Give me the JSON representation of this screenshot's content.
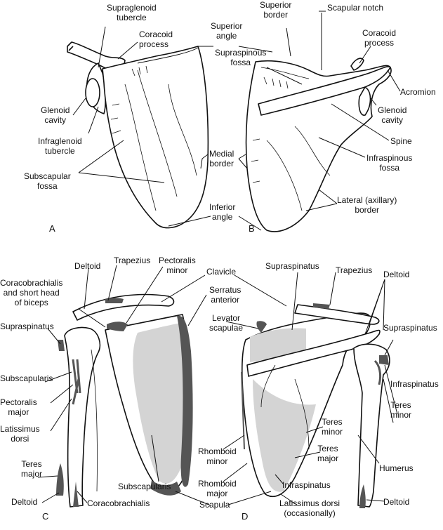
{
  "panels": {
    "a": "A",
    "b": "B",
    "c": "C",
    "d": "D"
  },
  "labels_a": {
    "supraglenoid": "Supraglenoid\ntubercle",
    "coracoid": "Coracoid\nprocess",
    "glenoid": "Glenoid\ncavity",
    "infraglenoid": "Infraglenoid\ntubercle",
    "subscapular_fossa": "Subscapular\nfossa"
  },
  "labels_ab_shared": {
    "superior_angle": "Superior\nangle",
    "medial_border": "Medial\nborder",
    "inferior_angle": "Inferior\nangle"
  },
  "labels_b": {
    "superior_border": "Superior\nborder",
    "scapular_notch": "Scapular notch",
    "coracoid": "Coracoid\nprocess",
    "supraspinous_fossa": "Supraspinous\nfossa",
    "acromion": "Acromion",
    "glenoid": "Glenoid\ncavity",
    "spine": "Spine",
    "infraspinous_fossa": "Infraspinous\nfossa",
    "lateral_border": "Lateral (axillary)\nborder"
  },
  "labels_c": {
    "deltoid_top": "Deltoid",
    "trapezius": "Trapezius",
    "pectoralis_minor": "Pectoralis\nminor",
    "coracobrachialis_biceps": "Coracobrachialis\nand short head\nof biceps",
    "supraspinatus": "Supraspinatus",
    "subscapularis_left": "Subscapularis",
    "pectoralis_major": "Pectoralis\nmajor",
    "latissimus_dorsi": "Latissimus\ndorsi",
    "teres_major": "Teres\nmajor",
    "deltoid_bottom": "Deltoid",
    "coracobrachialis": "Coracobrachialis",
    "subscapularis": "Subscapularis"
  },
  "labels_cd_shared": {
    "clavicle": "Clavicle",
    "serratus_anterior": "Serratus\nanterior",
    "scapula": "Scapula"
  },
  "labels_d": {
    "supraspinatus_top": "Supraspinatus",
    "trapezius": "Trapezius",
    "deltoid_top": "Deltoid",
    "levator_scapulae": "Levator\nscapulae",
    "supraspinatus_right": "Supraspinatus",
    "infraspinatus_right": "Infraspinatus",
    "teres_minor_right": "Teres\nminor",
    "teres_minor_mid": "Teres\nminor",
    "teres_major": "Teres\nmajor",
    "rhomboid_minor": "Rhomboid\nminor",
    "humerus": "Humerus",
    "infraspinatus": "Infraspinatus",
    "rhomboid_major": "Rhomboid\nmajor",
    "deltoid_bottom": "Deltoid",
    "latissimus_dorsi": "Latissimus dorsi\n(occasionally)"
  },
  "colors": {
    "ink": "#111111",
    "muscle_dark": "#555555",
    "muscle_light": "#cfcfcf"
  }
}
